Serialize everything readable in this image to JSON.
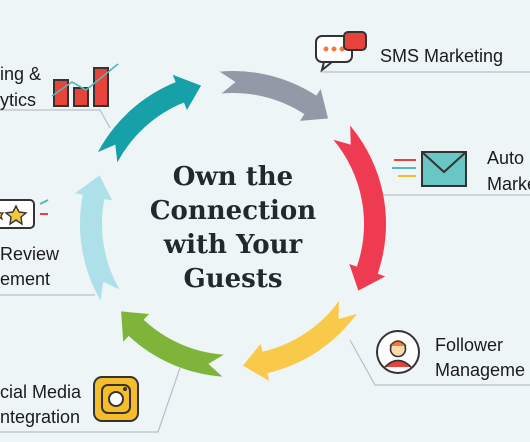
{
  "center": {
    "line1": "Own the",
    "line2": "Connection",
    "line3": "with Your",
    "line4": "Guests"
  },
  "items": {
    "sms": {
      "label": "SMS Marketing",
      "icon": "chat-bubble-icon",
      "color": "#e8433a"
    },
    "automated": {
      "line1": "Auto",
      "line2": "Marke",
      "icon": "envelope-icon",
      "color": "#54b7b8"
    },
    "follower": {
      "line1": "Follower",
      "line2": "Manageme",
      "icon": "user-avatar-icon",
      "color": "#f47a3b"
    },
    "social": {
      "line1": "cial Media",
      "line2": "ntegration",
      "icon": "instagram-icon",
      "color": "#f5bd2b"
    },
    "review": {
      "line1": "Review",
      "line2": "ement",
      "icon": "star-rating-icon",
      "color": "#f5c842"
    },
    "reporting": {
      "line1": "ing &",
      "line2": "ytics",
      "icon": "bar-chart-icon",
      "color": "#e8433a"
    }
  },
  "ring_colors": {
    "top": "#9499a8",
    "right": "#ee3b52",
    "bottom_right": "#f9c94a",
    "bottom_left": "#7fb43a",
    "left": "#aee0ea",
    "top_left": "#16a0a8"
  }
}
